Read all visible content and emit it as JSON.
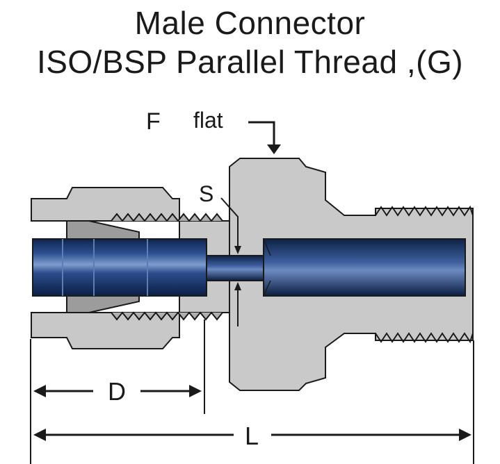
{
  "title": {
    "line1": "Male Connector",
    "line2": "ISO/BSP Parallel Thread ,(G)"
  },
  "labels": {
    "f": "F",
    "flat": "flat",
    "s": "S",
    "d": "D",
    "l": "L"
  },
  "colors": {
    "body_grey": "#c9c9c9",
    "body_dark": "#9a9a9a",
    "tube_blue": "#1f3f7a",
    "tube_highlight": "#6f8fc4",
    "outline": "#1a1a1a"
  }
}
